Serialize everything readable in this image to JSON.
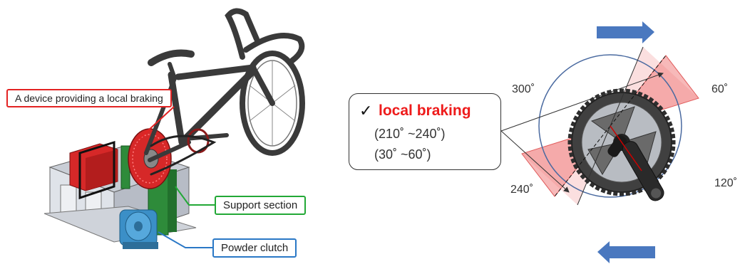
{
  "labels": {
    "device": "A device providing a local braking",
    "support": "Support section",
    "clutch": "Powder clutch"
  },
  "callout": {
    "check": "✓",
    "title": "local braking",
    "range1": "(210˚ ~240˚)",
    "range2": "(30˚ ~60˚)"
  },
  "angles": {
    "a300": "300˚",
    "a60": "60˚",
    "a240": "240˚",
    "a120": "120˚"
  },
  "colors": {
    "braking_zone": "#f08080",
    "device_highlight": "#e32323",
    "support_highlight": "#22a836",
    "clutch_highlight": "#2a78c6",
    "arrow": "#4a78bf",
    "circle": "#4a6aa0"
  }
}
